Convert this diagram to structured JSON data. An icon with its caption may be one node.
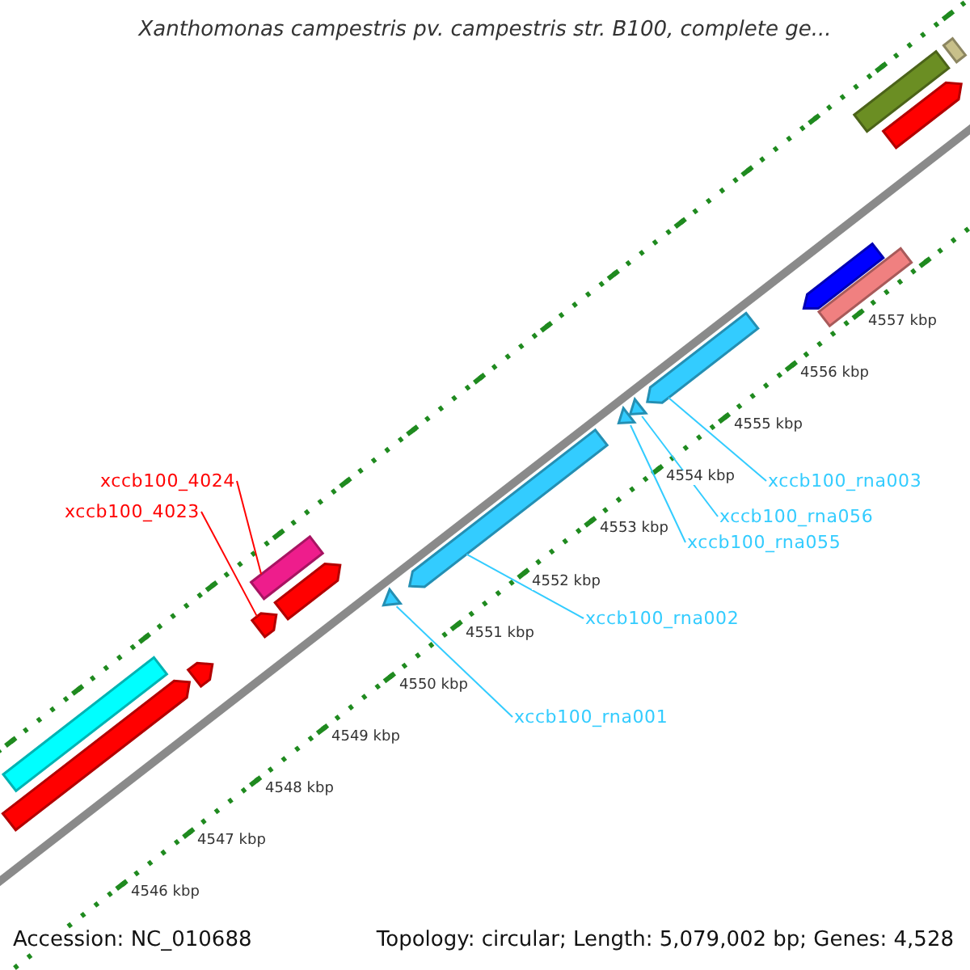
{
  "diagram": {
    "title": "Xanthomonas campestris pv. campestris str. B100, complete ge...",
    "nodes": [
      {
        "text": [
          "xccb100_4024"
        ]
      },
      {
        "text": [
          "xccb100_4023"
        ]
      },
      {
        "text": [
          "xccb100_rna001"
        ]
      },
      {
        "text": [
          "xccb100_rna002"
        ]
      },
      {
        "text": [
          "xccb100_rna055"
        ]
      },
      {
        "text": [
          "xccb100_rna056"
        ]
      },
      {
        "text": [
          "xccb100_rna003"
        ]
      },
      {
        "text": [],
        "shape": "bar"
      },
      {
        "text": [],
        "shape": "arrow"
      },
      {
        "text": [],
        "shape": "arrow"
      },
      {
        "text": [],
        "shape": "arrow"
      },
      {
        "text": [],
        "shape": "bar"
      },
      {
        "text": [],
        "shape": "arrow"
      },
      {
        "text": [],
        "shape": "triangle"
      },
      {
        "text": [],
        "shape": "arrow"
      },
      {
        "text": [],
        "shape": "triangle"
      },
      {
        "text": [],
        "shape": "triangle"
      },
      {
        "text": [],
        "shape": "arrow"
      },
      {
        "text": [],
        "shape": "arrow"
      },
      {
        "text": [],
        "shape": "bar"
      },
      {
        "text": [],
        "shape": "bar"
      },
      {
        "text": [],
        "shape": "arrow"
      },
      {
        "text": [],
        "shape": "bar"
      }
    ],
    "edges": [
      {
        "from": 0,
        "to": 11,
        "arrow": "none",
        "color": "#ff0000"
      },
      {
        "from": 1,
        "to": 10,
        "arrow": "none",
        "color": "#ff0000"
      },
      {
        "from": 2,
        "to": 13,
        "arrow": "none"
      },
      {
        "from": 3,
        "to": 14,
        "arrow": "none"
      },
      {
        "from": 4,
        "to": 15,
        "arrow": "none"
      },
      {
        "from": 5,
        "to": 16,
        "arrow": "none"
      },
      {
        "from": 6,
        "to": 17,
        "arrow": "none"
      }
    ],
    "labels": [
      "4546 kbp",
      "4547 kbp",
      "4548 kbp",
      "4549 kbp",
      "4550 kbp",
      "4551 kbp",
      "4552 kbp",
      "4553 kbp",
      "4554 kbp",
      "4555 kbp",
      "4556 kbp",
      "4557 kbp",
      "Accession: NC_010688",
      "Topology: circular; Length: 5,079,002 bp; Genes: 4,528"
    ]
  }
}
